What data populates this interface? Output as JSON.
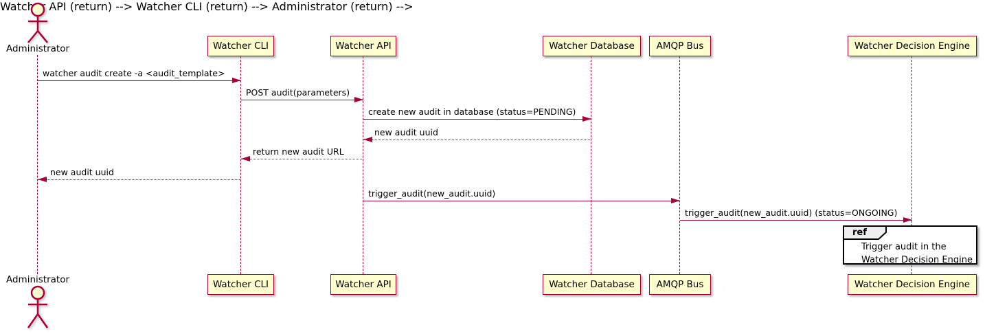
{
  "diagram_type": "uml-sequence",
  "actor": {
    "label": "Administrator"
  },
  "participants": [
    {
      "label": "Watcher CLI"
    },
    {
      "label": "Watcher API"
    },
    {
      "label": "Watcher Database"
    },
    {
      "label": "AMQP Bus"
    },
    {
      "label": "Watcher Decision Engine"
    }
  ],
  "messages": [
    {
      "from": "Administrator",
      "to": "Watcher CLI",
      "text": "watcher audit create -a <audit_template>",
      "style": "solid"
    },
    {
      "from": "Watcher CLI",
      "to": "Watcher API",
      "text": "POST audit(parameters)",
      "style": "solid"
    },
    {
      "from": "Watcher API",
      "to": "Watcher Database",
      "text": "create new audit in database (status=PENDING)",
      "style": "solid"
    },
    {
      "from": "Watcher Database",
      "to": "Watcher API",
      "text": "new audit uuid",
      "style": "dotted"
    },
    {
      "from": "Watcher API",
      "to": "Watcher CLI",
      "text": "return new audit URL",
      "style": "dotted"
    },
    {
      "from": "Watcher CLI",
      "to": "Administrator",
      "text": "new audit uuid",
      "style": "dotted"
    },
    {
      "from": "Watcher API",
      "to": "AMQP Bus",
      "text": "trigger_audit(new_audit.uuid)",
      "style": "solid"
    },
    {
      "from": "AMQP Bus",
      "to": "Watcher Decision Engine",
      "text": "trigger_audit(new_audit.uuid) (status=ONGOING)",
      "style": "solid"
    }
  ],
  "ref": {
    "keyword": "ref",
    "lines": [
      "Trigger audit in the",
      "Watcher Decision Engine"
    ]
  },
  "colors": {
    "participant_fill": "#FEFECE",
    "line": "#A80036",
    "text": "#000000",
    "ref_border": "#000000",
    "ref_tab_fill": "#EEEEEE",
    "background": "#FFFFFF"
  }
}
